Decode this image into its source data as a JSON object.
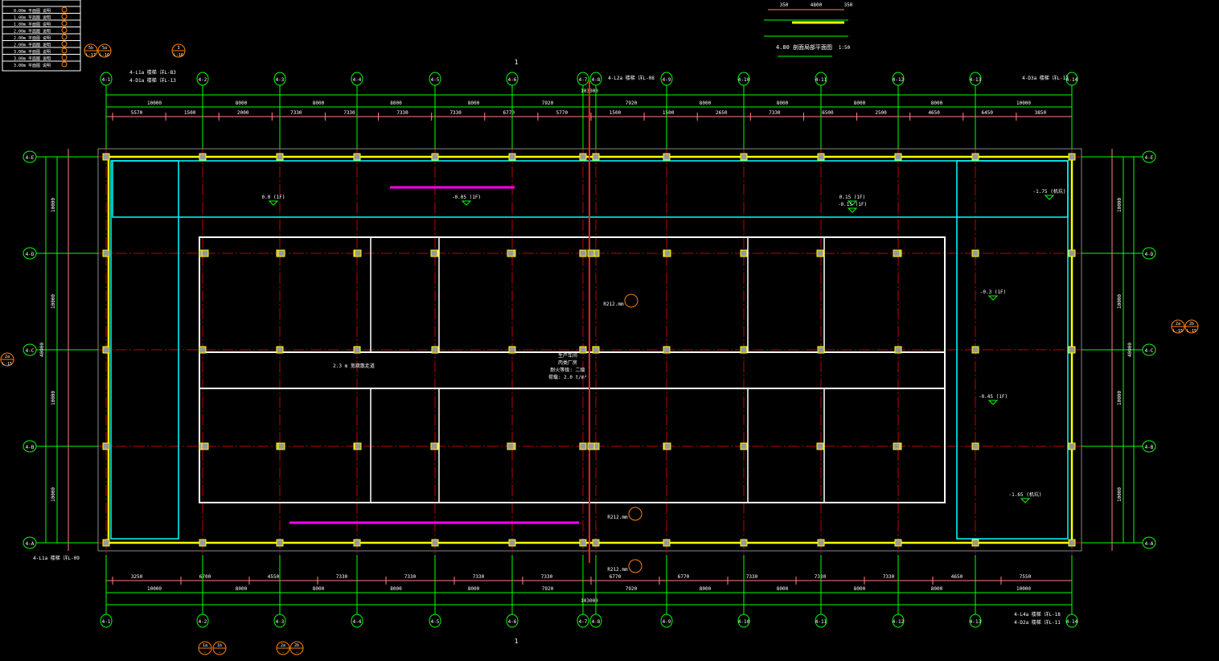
{
  "legend": {
    "rows": [
      "0.00m 平面图 说明",
      "1.00m 平面图 说明",
      "1.00m 平面图 说明",
      "2.00m 平面图 说明",
      "2.00m 平面图 说明",
      "2.00m 平面图 说明",
      "3.00m 平面图 说明",
      "3.00m 平面图 说明",
      "3.00m 平面图 说明"
    ]
  },
  "axes_vertical": [
    "4-1",
    "4-2",
    "4-3",
    "4-4",
    "4-5",
    "4-6",
    "4-7",
    "4-8",
    "4-9",
    "4-10",
    "4-11",
    "4-12",
    "4-13",
    "4-14"
  ],
  "axes_horizontal": [
    "4-E",
    "4-D",
    "4-C",
    "4-B",
    "4-A"
  ],
  "dims_top_bays": [
    "10000",
    "8000",
    "8000",
    "8000",
    "8000",
    "7920",
    "7920",
    "8000",
    "8000",
    "8000",
    "8000",
    "10000"
  ],
  "dims_top_total": "103000",
  "dims_top_detail": [
    "5570",
    "1500",
    "2000",
    "7330",
    "7330",
    "7330",
    "7330",
    "6770",
    "5770",
    "1500",
    "1500",
    "2650",
    "7330",
    "6500",
    "2500",
    "4650",
    "6450",
    "3850"
  ],
  "dims_bottom_detail": [
    "3250",
    "6700",
    "4550",
    "7330",
    "7330",
    "7330",
    "7330",
    "6770",
    "6770",
    "7330",
    "7330",
    "7330",
    "4650",
    "7550"
  ],
  "dims_bottom_bays": [
    "10000",
    "8000",
    "8000",
    "8000",
    "8000",
    "7920",
    "7920",
    "8000",
    "8000",
    "8000",
    "8000",
    "10000"
  ],
  "dims_bottom_total": "103000",
  "dims_left_bays": [
    "10000",
    "10000",
    "10000",
    "10000"
  ],
  "dims_left_total": "40000",
  "dims_right_bays": [
    "10000",
    "10000",
    "10000",
    "10000"
  ],
  "dims_right_total": "40000",
  "section_title": "4.80 剖面局部平面图",
  "section_scale": "1:50",
  "section_dims": [
    "350",
    "4800",
    "350"
  ],
  "section_marks": [
    {
      "top": "5b",
      "bottom": "L-17"
    },
    {
      "top": "5a",
      "bottom": "L-16"
    },
    {
      "top": "3",
      "bottom": "L-16"
    },
    {
      "top": "1a",
      "bottom": "-"
    },
    {
      "top": "1b",
      "bottom": "-"
    },
    {
      "top": "2a",
      "bottom": "-"
    },
    {
      "top": "2b",
      "bottom": "-"
    },
    {
      "top": "2a",
      "bottom": "L-15"
    },
    {
      "top": "2b",
      "bottom": "L-15"
    },
    {
      "top": "2a",
      "bottom": "L-15"
    }
  ],
  "notes": {
    "top_left": [
      "4-L1a 楼梯 详L-B3",
      "4-D1a 楼梯 详L-13"
    ],
    "top_mid": "4-L2a 楼梯 详L-08",
    "top_right": "4-D3a 楼梯 详L-17",
    "bottom_left": "4-L1a 楼梯 详L-09",
    "bottom_right": [
      "4-L4a 楼梯 详L-18",
      "4-D2a 楼梯 详L-11"
    ],
    "center_block": [
      "生产车间",
      "丙类厂房",
      "耐火等级: 二级",
      "荷载: 2.0 t/m²"
    ],
    "corridor_note": "2.3 m 宽疏散走道",
    "levels": [
      "0.0 (1F)",
      "-0.05 (1F)",
      "0.15 (1F)",
      "-0.15 (1F)",
      "-1.75 (机坑)",
      "-0.3 (1F)",
      "-0.45 (1F)",
      "-1.65 (机坑)"
    ],
    "section_1": "1",
    "elev_marks": [
      "R212.mm",
      "R212.mm",
      "R212.mm"
    ]
  },
  "colors": {
    "axis": "#00ff00",
    "dim": "#ff8080",
    "wall": "#ffffff",
    "outer": "#ffff00",
    "inner": "#00ffff",
    "grid": "#c00000",
    "mark": "#ff8000",
    "magenta": "#ff00ff"
  }
}
